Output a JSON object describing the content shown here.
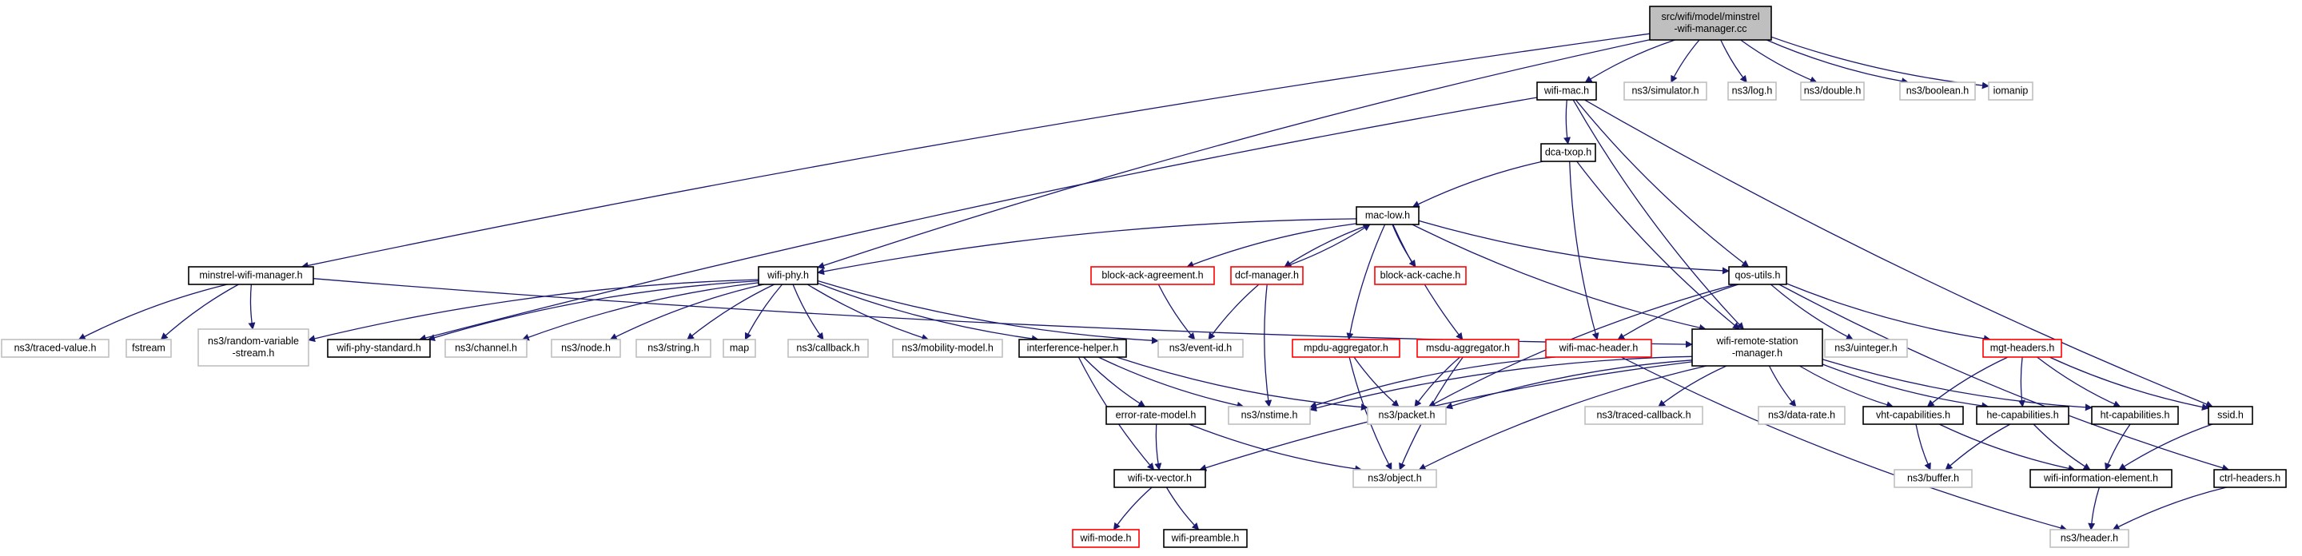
{
  "diagram": {
    "type": "include-dependency-graph",
    "colors": {
      "root_fill": "#bfbfbf",
      "edge": "#191970",
      "border_documented": "#000000",
      "border_undocumented": "#bfbfbf",
      "border_truncated": "#ff0000",
      "text": "#000000"
    },
    "nodes": [
      {
        "id": "root",
        "lines": [
          "src/wifi/model/minstrel",
          "-wifi-manager.cc"
        ],
        "style": "root"
      },
      {
        "id": "wifi_mac",
        "lines": [
          "wifi-mac.h"
        ],
        "style": "documented"
      },
      {
        "id": "simulator",
        "lines": [
          "ns3/simulator.h"
        ],
        "style": "undocumented"
      },
      {
        "id": "log",
        "lines": [
          "ns3/log.h"
        ],
        "style": "undocumented"
      },
      {
        "id": "double",
        "lines": [
          "ns3/double.h"
        ],
        "style": "undocumented"
      },
      {
        "id": "boolean",
        "lines": [
          "ns3/boolean.h"
        ],
        "style": "undocumented"
      },
      {
        "id": "iomanip",
        "lines": [
          "iomanip"
        ],
        "style": "undocumented"
      },
      {
        "id": "dca_txop",
        "lines": [
          "dca-txop.h"
        ],
        "style": "documented"
      },
      {
        "id": "mac_low",
        "lines": [
          "mac-low.h"
        ],
        "style": "documented"
      },
      {
        "id": "minstrel",
        "lines": [
          "minstrel-wifi-manager.h"
        ],
        "style": "documented"
      },
      {
        "id": "wifi_phy",
        "lines": [
          "wifi-phy.h"
        ],
        "style": "documented"
      },
      {
        "id": "block_ack_agreement",
        "lines": [
          "block-ack-agreement.h"
        ],
        "style": "truncated"
      },
      {
        "id": "dcf_manager",
        "lines": [
          "dcf-manager.h"
        ],
        "style": "truncated"
      },
      {
        "id": "block_ack_cache",
        "lines": [
          "block-ack-cache.h"
        ],
        "style": "truncated"
      },
      {
        "id": "qos_utils",
        "lines": [
          "qos-utils.h"
        ],
        "style": "documented"
      },
      {
        "id": "traced_value",
        "lines": [
          "ns3/traced-value.h"
        ],
        "style": "undocumented"
      },
      {
        "id": "fstream",
        "lines": [
          "fstream"
        ],
        "style": "undocumented"
      },
      {
        "id": "random_var",
        "lines": [
          "ns3/random-variable",
          "-stream.h"
        ],
        "style": "undocumented"
      },
      {
        "id": "wifi_phy_standard",
        "lines": [
          "wifi-phy-standard.h"
        ],
        "style": "documented"
      },
      {
        "id": "channel",
        "lines": [
          "ns3/channel.h"
        ],
        "style": "undocumented"
      },
      {
        "id": "node",
        "lines": [
          "ns3/node.h"
        ],
        "style": "undocumented"
      },
      {
        "id": "string",
        "lines": [
          "ns3/string.h"
        ],
        "style": "undocumented"
      },
      {
        "id": "map",
        "lines": [
          "map"
        ],
        "style": "undocumented"
      },
      {
        "id": "callback",
        "lines": [
          "ns3/callback.h"
        ],
        "style": "undocumented"
      },
      {
        "id": "mobility",
        "lines": [
          "ns3/mobility-model.h"
        ],
        "style": "undocumented"
      },
      {
        "id": "interference",
        "lines": [
          "interference-helper.h"
        ],
        "style": "documented"
      },
      {
        "id": "event_id",
        "lines": [
          "ns3/event-id.h"
        ],
        "style": "undocumented"
      },
      {
        "id": "mpdu_agg",
        "lines": [
          "mpdu-aggregator.h"
        ],
        "style": "truncated"
      },
      {
        "id": "msdu_agg",
        "lines": [
          "msdu-aggregator.h"
        ],
        "style": "truncated"
      },
      {
        "id": "wifi_mac_header",
        "lines": [
          "wifi-mac-header.h"
        ],
        "style": "truncated"
      },
      {
        "id": "remote_station",
        "lines": [
          "wifi-remote-station",
          "-manager.h"
        ],
        "style": "documented"
      },
      {
        "id": "uinteger",
        "lines": [
          "ns3/uinteger.h"
        ],
        "style": "undocumented"
      },
      {
        "id": "mgt_headers",
        "lines": [
          "mgt-headers.h"
        ],
        "style": "truncated"
      },
      {
        "id": "error_rate",
        "lines": [
          "error-rate-model.h"
        ],
        "style": "documented"
      },
      {
        "id": "nstime",
        "lines": [
          "ns3/nstime.h"
        ],
        "style": "undocumented"
      },
      {
        "id": "packet",
        "lines": [
          "ns3/packet.h"
        ],
        "style": "undocumented"
      },
      {
        "id": "traced_callback",
        "lines": [
          "ns3/traced-callback.h"
        ],
        "style": "undocumented"
      },
      {
        "id": "data_rate",
        "lines": [
          "ns3/data-rate.h"
        ],
        "style": "undocumented"
      },
      {
        "id": "vht_cap",
        "lines": [
          "vht-capabilities.h"
        ],
        "style": "documented"
      },
      {
        "id": "he_cap",
        "lines": [
          "he-capabilities.h"
        ],
        "style": "documented"
      },
      {
        "id": "ht_cap",
        "lines": [
          "ht-capabilities.h"
        ],
        "style": "documented"
      },
      {
        "id": "ssid",
        "lines": [
          "ssid.h"
        ],
        "style": "documented"
      },
      {
        "id": "wifi_tx_vector",
        "lines": [
          "wifi-tx-vector.h"
        ],
        "style": "documented"
      },
      {
        "id": "object",
        "lines": [
          "ns3/object.h"
        ],
        "style": "undocumented"
      },
      {
        "id": "buffer",
        "lines": [
          "ns3/buffer.h"
        ],
        "style": "undocumented"
      },
      {
        "id": "wifi_info_elem",
        "lines": [
          "wifi-information-element.h"
        ],
        "style": "documented"
      },
      {
        "id": "ctrl_headers",
        "lines": [
          "ctrl-headers.h"
        ],
        "style": "documented"
      },
      {
        "id": "wifi_mode",
        "lines": [
          "wifi-mode.h"
        ],
        "style": "truncated"
      },
      {
        "id": "wifi_preamble",
        "lines": [
          "wifi-preamble.h"
        ],
        "style": "documented"
      },
      {
        "id": "header",
        "lines": [
          "ns3/header.h"
        ],
        "style": "undocumented"
      }
    ],
    "edges": [
      [
        "root",
        "wifi_mac"
      ],
      [
        "root",
        "simulator"
      ],
      [
        "root",
        "log"
      ],
      [
        "root",
        "double"
      ],
      [
        "root",
        "boolean"
      ],
      [
        "root",
        "iomanip"
      ],
      [
        "root",
        "minstrel"
      ],
      [
        "root",
        "wifi_phy"
      ],
      [
        "wifi_mac",
        "dca_txop"
      ],
      [
        "wifi_mac",
        "qos_utils"
      ],
      [
        "wifi_mac",
        "ssid"
      ],
      [
        "wifi_mac",
        "wifi_phy_standard"
      ],
      [
        "wifi_mac",
        "remote_station"
      ],
      [
        "dca_txop",
        "mac_low"
      ],
      [
        "dca_txop",
        "wifi_mac_header"
      ],
      [
        "dca_txop",
        "remote_station"
      ],
      [
        "mac_low",
        "wifi_phy"
      ],
      [
        "mac_low",
        "block_ack_agreement"
      ],
      [
        "mac_low",
        "dcf_manager"
      ],
      [
        "mac_low",
        "block_ack_cache"
      ],
      [
        "mac_low",
        "qos_utils"
      ],
      [
        "mac_low",
        "mpdu_agg"
      ],
      [
        "mac_low",
        "msdu_agg"
      ],
      [
        "mac_low",
        "remote_station"
      ],
      [
        "dcf_manager",
        "mac_low"
      ],
      [
        "dcf_manager",
        "event_id"
      ],
      [
        "dcf_manager",
        "nstime"
      ],
      [
        "block_ack_agreement",
        "event_id"
      ],
      [
        "minstrel",
        "traced_value"
      ],
      [
        "minstrel",
        "fstream"
      ],
      [
        "minstrel",
        "random_var"
      ],
      [
        "minstrel",
        "remote_station"
      ],
      [
        "wifi_phy",
        "random_var"
      ],
      [
        "wifi_phy",
        "wifi_phy_standard"
      ],
      [
        "wifi_phy",
        "channel"
      ],
      [
        "wifi_phy",
        "node"
      ],
      [
        "wifi_phy",
        "string"
      ],
      [
        "wifi_phy",
        "map"
      ],
      [
        "wifi_phy",
        "callback"
      ],
      [
        "wifi_phy",
        "mobility"
      ],
      [
        "wifi_phy",
        "interference"
      ],
      [
        "wifi_phy",
        "event_id"
      ],
      [
        "interference",
        "error_rate"
      ],
      [
        "interference",
        "wifi_tx_vector"
      ],
      [
        "interference",
        "nstime"
      ],
      [
        "interference",
        "packet"
      ],
      [
        "error_rate",
        "wifi_tx_vector"
      ],
      [
        "error_rate",
        "object"
      ],
      [
        "wifi_tx_vector",
        "wifi_mode"
      ],
      [
        "wifi_tx_vector",
        "wifi_preamble"
      ],
      [
        "mpdu_agg",
        "packet"
      ],
      [
        "mpdu_agg",
        "object"
      ],
      [
        "msdu_agg",
        "packet"
      ],
      [
        "msdu_agg",
        "object"
      ],
      [
        "qos_utils",
        "wifi_mac_header"
      ],
      [
        "qos_utils",
        "packet"
      ],
      [
        "qos_utils",
        "uinteger"
      ],
      [
        "qos_utils",
        "mgt_headers"
      ],
      [
        "qos_utils",
        "ctrl_headers"
      ],
      [
        "wifi_mac_header",
        "nstime"
      ],
      [
        "wifi_mac_header",
        "header"
      ],
      [
        "remote_station",
        "nstime"
      ],
      [
        "remote_station",
        "packet"
      ],
      [
        "remote_station",
        "traced_callback"
      ],
      [
        "remote_station",
        "data_rate"
      ],
      [
        "remote_station",
        "vht_cap"
      ],
      [
        "remote_station",
        "he_cap"
      ],
      [
        "remote_station",
        "ht_cap"
      ],
      [
        "remote_station",
        "object"
      ],
      [
        "remote_station",
        "wifi_tx_vector"
      ],
      [
        "mgt_headers",
        "vht_cap"
      ],
      [
        "mgt_headers",
        "he_cap"
      ],
      [
        "mgt_headers",
        "ht_cap"
      ],
      [
        "mgt_headers",
        "ssid"
      ],
      [
        "vht_cap",
        "buffer"
      ],
      [
        "vht_cap",
        "wifi_info_elem"
      ],
      [
        "he_cap",
        "buffer"
      ],
      [
        "he_cap",
        "wifi_info_elem"
      ],
      [
        "ht_cap",
        "wifi_info_elem"
      ],
      [
        "ssid",
        "wifi_info_elem"
      ],
      [
        "wifi_info_elem",
        "header"
      ],
      [
        "ctrl_headers",
        "header"
      ]
    ]
  }
}
